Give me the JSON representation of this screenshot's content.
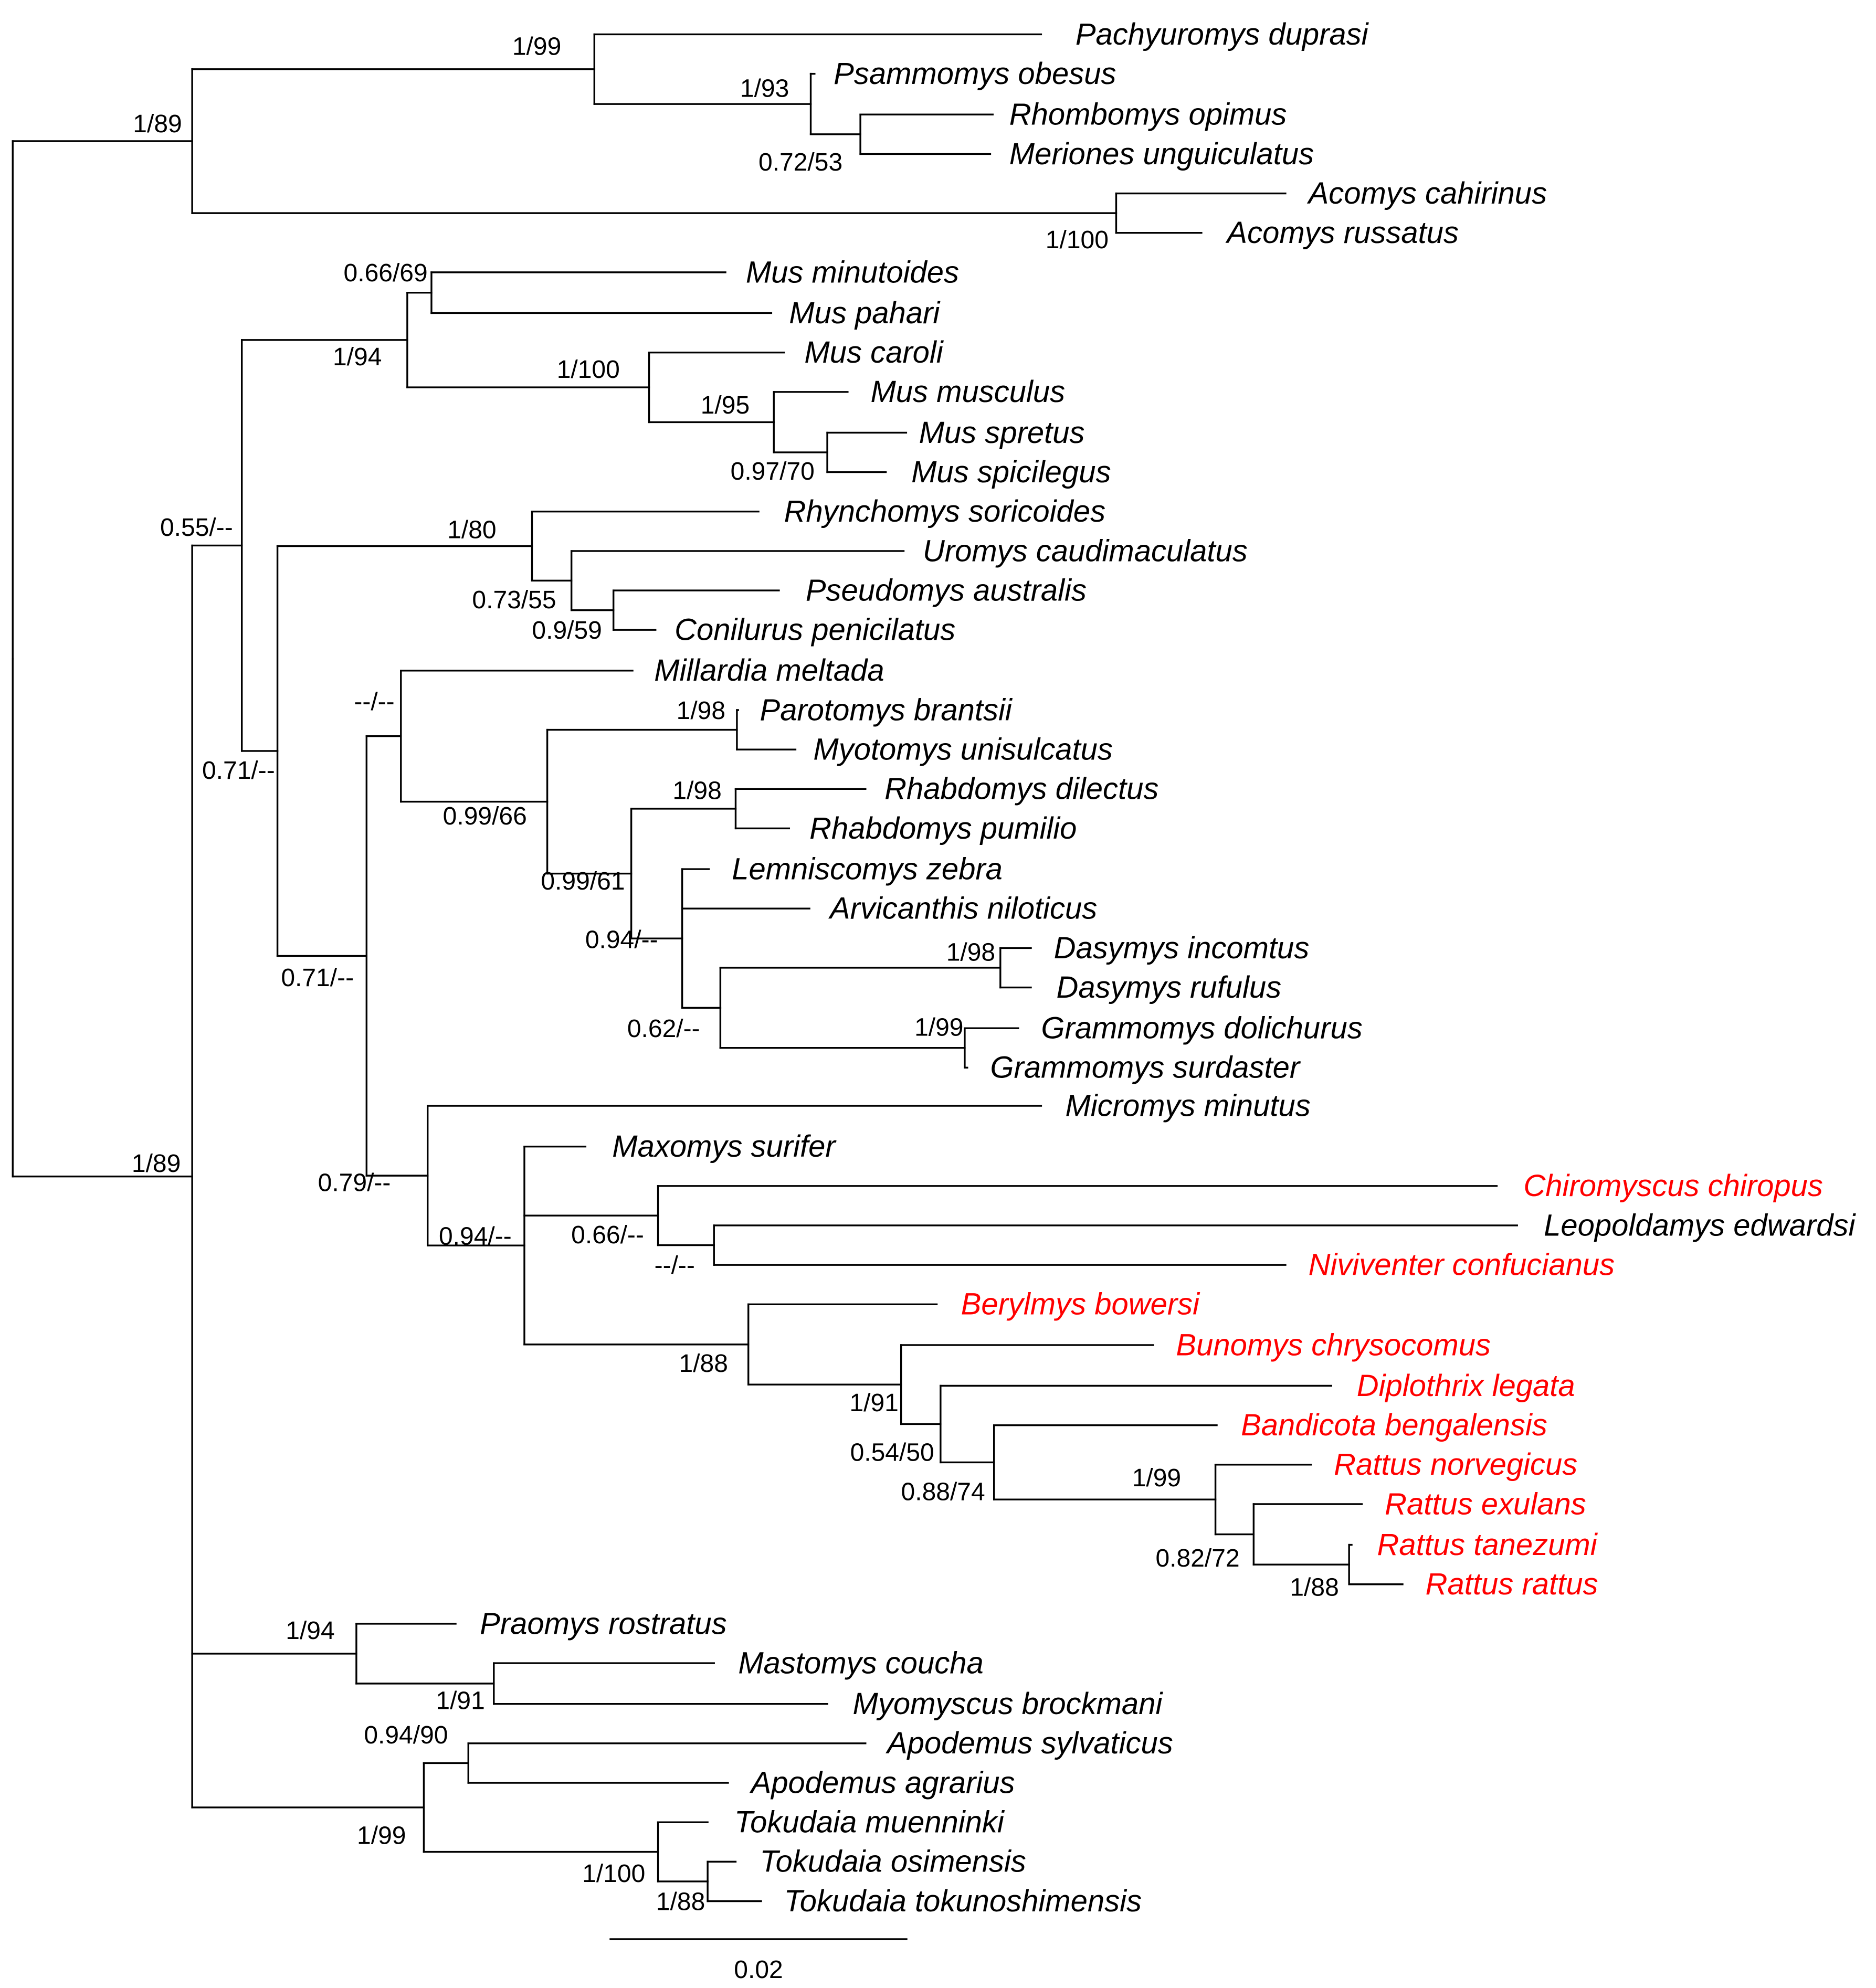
{
  "colors": {
    "branch": "#000000",
    "text": "#000000",
    "highlight": "#ff0000"
  },
  "tree": {
    "taxa": [
      {
        "name": "Pachyuromys duprasi",
        "highlight": false
      },
      {
        "name": "Psammomys obesus",
        "highlight": false
      },
      {
        "name": "Rhombomys opimus",
        "highlight": false
      },
      {
        "name": "Meriones unguiculatus",
        "highlight": false
      },
      {
        "name": "Acomys cahirinus",
        "highlight": false
      },
      {
        "name": "Acomys russatus",
        "highlight": false
      },
      {
        "name": "Mus minutoides",
        "highlight": false
      },
      {
        "name": "Mus pahari",
        "highlight": false
      },
      {
        "name": "Mus caroli",
        "highlight": false
      },
      {
        "name": "Mus musculus",
        "highlight": false
      },
      {
        "name": "Mus spretus",
        "highlight": false
      },
      {
        "name": "Mus spicilegus",
        "highlight": false
      },
      {
        "name": "Rhynchomys soricoides",
        "highlight": false
      },
      {
        "name": "Uromys caudimaculatus",
        "highlight": false
      },
      {
        "name": "Pseudomys australis",
        "highlight": false
      },
      {
        "name": "Conilurus penicilatus",
        "highlight": false
      },
      {
        "name": "Millardia meltada",
        "highlight": false
      },
      {
        "name": "Parotomys brantsii",
        "highlight": false
      },
      {
        "name": "Myotomys unisulcatus",
        "highlight": false
      },
      {
        "name": "Rhabdomys dilectus",
        "highlight": false
      },
      {
        "name": "Rhabdomys pumilio",
        "highlight": false
      },
      {
        "name": "Lemniscomys zebra",
        "highlight": false
      },
      {
        "name": "Arvicanthis niloticus",
        "highlight": false
      },
      {
        "name": "Dasymys incomtus",
        "highlight": false
      },
      {
        "name": "Dasymys rufulus",
        "highlight": false
      },
      {
        "name": "Grammomys dolichurus",
        "highlight": false
      },
      {
        "name": "Grammomys surdaster",
        "highlight": false
      },
      {
        "name": "Micromys minutus",
        "highlight": false
      },
      {
        "name": "Maxomys surifer",
        "highlight": false
      },
      {
        "name": "Chiromyscus chiropus",
        "highlight": true
      },
      {
        "name": "Leopoldamys edwardsi",
        "highlight": false
      },
      {
        "name": "Niviventer confucianus",
        "highlight": true
      },
      {
        "name": "Berylmys bowersi",
        "highlight": true
      },
      {
        "name": "Bunomys chrysocomus",
        "highlight": true
      },
      {
        "name": "Diplothrix legata",
        "highlight": true
      },
      {
        "name": "Bandicota bengalensis",
        "highlight": true
      },
      {
        "name": "Rattus norvegicus",
        "highlight": true
      },
      {
        "name": "Rattus exulans",
        "highlight": true
      },
      {
        "name": "Rattus tanezumi",
        "highlight": true
      },
      {
        "name": "Rattus rattus",
        "highlight": true
      },
      {
        "name": "Praomys rostratus",
        "highlight": false
      },
      {
        "name": "Mastomys coucha",
        "highlight": false
      },
      {
        "name": "Myomyscus brockmani",
        "highlight": false
      },
      {
        "name": "Apodemus sylvaticus",
        "highlight": false
      },
      {
        "name": "Apodemus agrarius",
        "highlight": false
      },
      {
        "name": "Tokudaia muenninki",
        "highlight": false
      },
      {
        "name": "Tokudaia osimensis",
        "highlight": false
      },
      {
        "name": "Tokudaia tokunoshimensis",
        "highlight": false
      }
    ],
    "supports": [
      "1/99",
      "1/93",
      "0.72/53",
      "1/89",
      "1/100",
      "0.66/69",
      "1/94",
      "1/100",
      "1/95",
      "0.97/70",
      "0.55/--",
      "1/80",
      "0.73/55",
      "0.9/59",
      "--/--",
      "1/98",
      "1/98",
      "0.99/66",
      "0.99/61",
      "0.94/--",
      "1/98",
      "1/99",
      "0.62/--",
      "0.71/--",
      "0.71/--",
      "0.79/--",
      "0.94/--",
      "0.66/--",
      "--/--",
      "1/88",
      "1/91",
      "0.54/50",
      "0.88/74",
      "1/99",
      "0.82/72",
      "1/88",
      "1/94",
      "1/91",
      "0.94/90",
      "1/99",
      "1/100",
      "1/88",
      "1/89"
    ]
  },
  "scale_bar": {
    "label": "0.02"
  }
}
